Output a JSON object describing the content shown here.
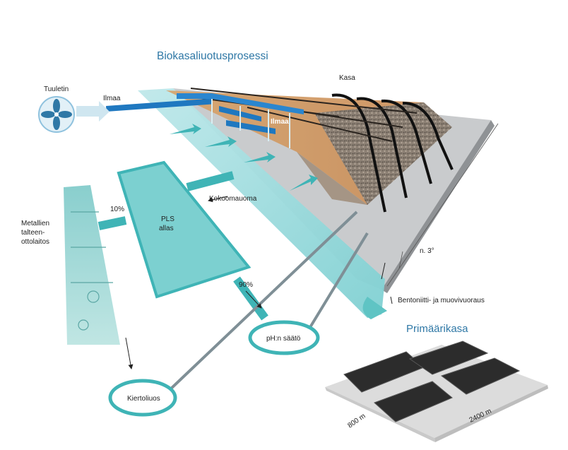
{
  "title": "Biokasaliuotusprosessi",
  "title2": "Primäärikasa",
  "labels": {
    "tuuletin": "Tuuletin",
    "ilmaa_left": "Ilmaa",
    "ilmaa_center": "Ilmaa",
    "kasa": "Kasa",
    "kokoomauoma": "Kokoomauoma",
    "metallien_1": "Metallien",
    "metallien_2": "talteen-",
    "metallien_3": "ottolaitos",
    "pct_10": "10%",
    "pls_1": "PLS",
    "pls_2": "allas",
    "pct_90": "90%",
    "ph": "pH:n säätö",
    "kierto": "Kiertoliuos",
    "slope": "n. 3°",
    "liner": "Bentoniitti- ja muovivuoraus",
    "dim_800": "800 m",
    "dim_2400": "2400 m"
  },
  "colors": {
    "title": "#2f78a6",
    "teal": "#4bbcbc",
    "teal_light": "#a9dede",
    "pipe_blue": "#1f78c0",
    "ore": "#8a7c6f",
    "liner": "#c4c6c8"
  },
  "icons": [
    "fan-icon"
  ]
}
